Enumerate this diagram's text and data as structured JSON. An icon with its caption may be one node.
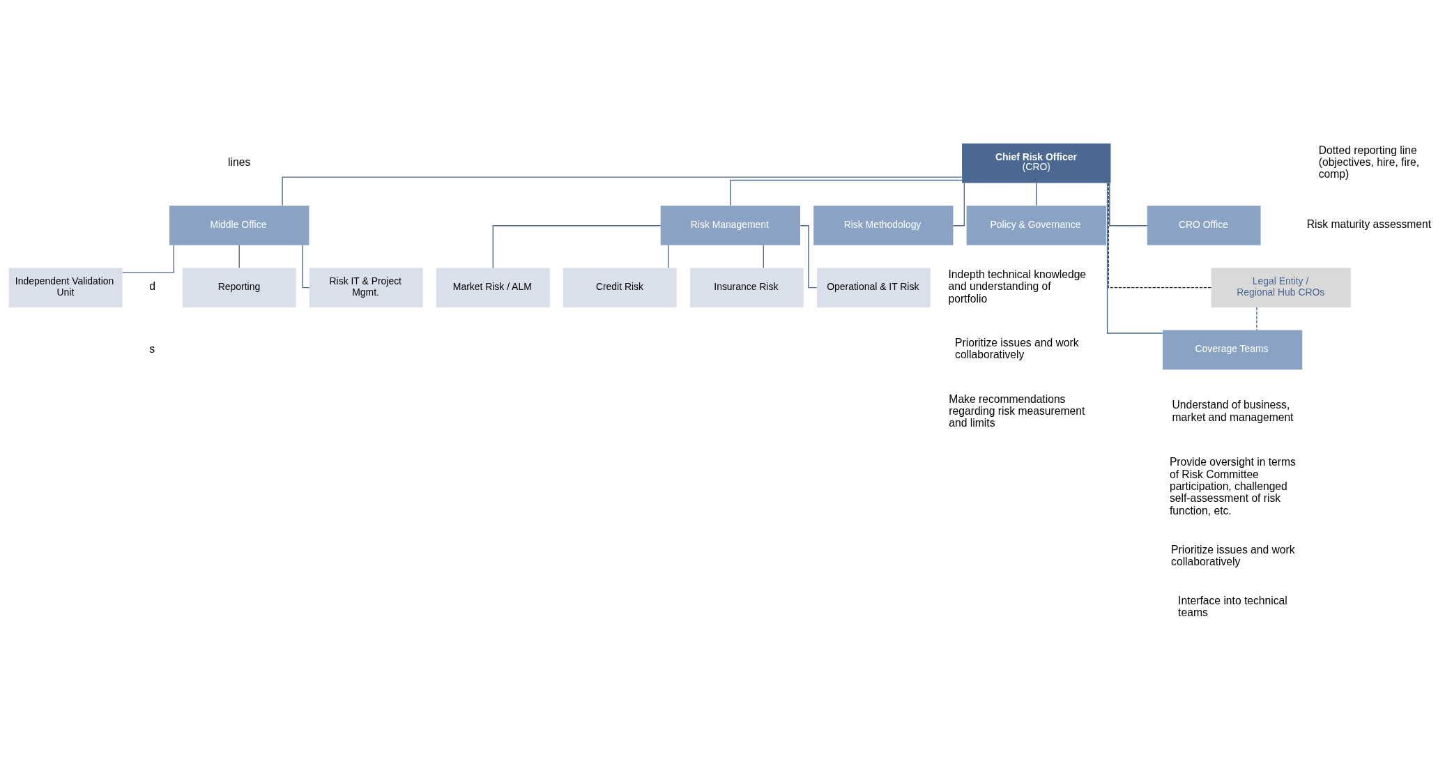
{
  "diagram": {
    "nodes": [
      {
        "text": [
          "Chief Risk Officer",
          "(CRO)"
        ]
      },
      {
        "text": [
          "CRO Office"
        ]
      },
      {
        "text": [
          "Legal Entity / Regional Hub CROs"
        ]
      },
      {
        "text": [
          "Middle Office"
        ]
      },
      {
        "text": [
          "Risk Management"
        ]
      },
      {
        "text": [
          "Risk Methodology"
        ]
      },
      {
        "text": [
          "Policy & Governance"
        ]
      },
      {
        "text": [
          "Coverage Teams"
        ]
      },
      {
        "text": [
          "Reporting"
        ]
      },
      {
        "text": [
          "Risk IT & Project Mgmt."
        ]
      },
      {
        "text": [
          "Independent Validation Unit"
        ]
      },
      {
        "text": [
          "Market Risk / ALM"
        ]
      },
      {
        "text": [
          "Credit Risk"
        ]
      },
      {
        "text": [
          "Insurance Risk"
        ]
      },
      {
        "text": [
          "Operational & IT Risk"
        ]
      }
    ],
    "edges": [
      {
        "from": 0,
        "to": 1,
        "arrow": "none"
      },
      {
        "from": 0,
        "to": 2,
        "arrow": "none",
        "style": "dashed",
        "color": "#222222"
      },
      {
        "from": 0,
        "to": 3,
        "arrow": "none"
      },
      {
        "from": 0,
        "to": 4,
        "arrow": "none"
      },
      {
        "from": 0,
        "to": 5,
        "arrow": "none"
      },
      {
        "from": 0,
        "to": 6,
        "arrow": "none"
      },
      {
        "from": 0,
        "to": 7,
        "arrow": "none"
      },
      {
        "from": 2,
        "to": 7,
        "arrow": "none",
        "style": "dashed"
      },
      {
        "from": 3,
        "to": 8,
        "arrow": "none"
      },
      {
        "from": 3,
        "to": 9,
        "arrow": "none"
      },
      {
        "from": 3,
        "to": 10,
        "arrow": "none"
      },
      {
        "from": 4,
        "to": 11,
        "arrow": "none"
      },
      {
        "from": 4,
        "to": 12,
        "arrow": "none"
      },
      {
        "from": 4,
        "to": 13,
        "arrow": "none"
      },
      {
        "from": 4,
        "to": 14,
        "arrow": "none"
      }
    ],
    "labels": [
      "lines",
      "Dotted reporting line (objectives, hire, fire, comp)",
      "Risk maturity assessment",
      "d",
      "s",
      "Indepth technical knowledge and understanding of portfolio",
      "Prioritize issues and work collaboratively",
      "Make recommendations regarding risk measurement and limits",
      "Understand of business, market and management",
      "Provide oversight in terms of Risk Committee participation, challenged self-assessment of risk function, etc.",
      "Prioritize issues and work collaboratively",
      "Interface into technical teams"
    ]
  }
}
